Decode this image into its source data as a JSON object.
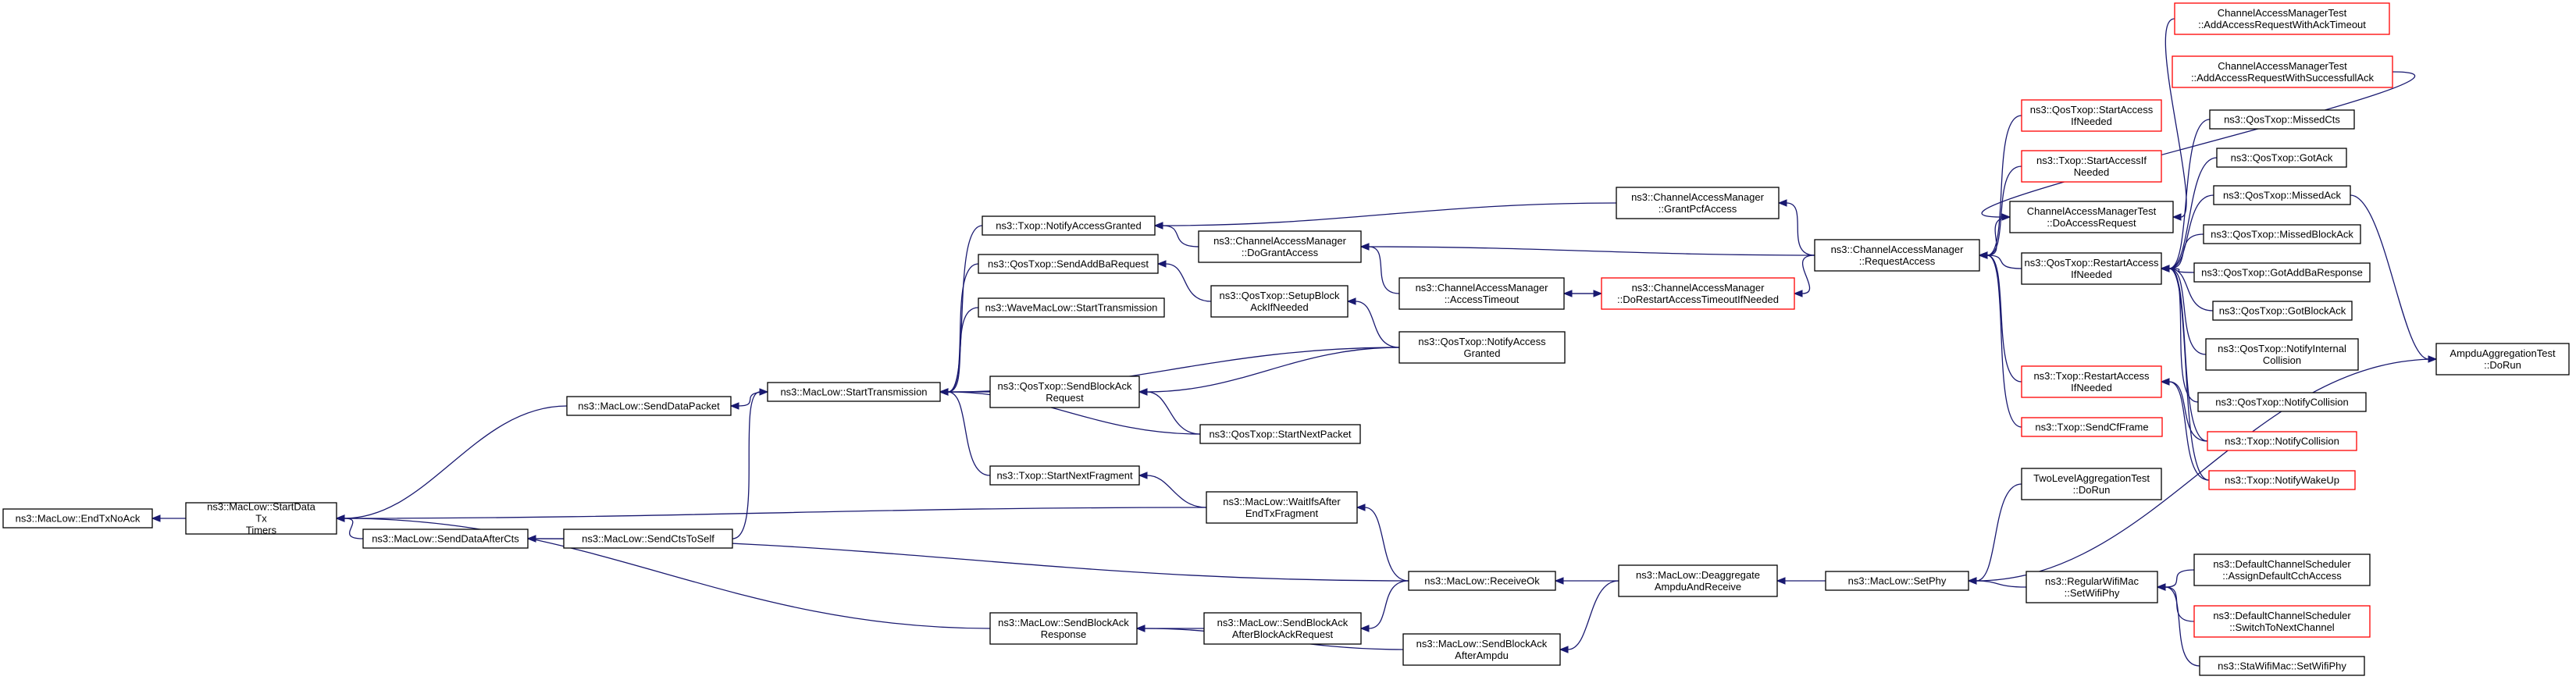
{
  "colors": {
    "edge": "#191970",
    "box_border": "#000000",
    "box_border_truncated": "#ff0000",
    "focus_fill": "#bfbfbf",
    "box_fill": "#ffffff"
  },
  "nodes": [
    {
      "id": "n0",
      "lines": [
        "ns3::MacLow::EndTxNoAck"
      ],
      "border": "black",
      "focus": true
    },
    {
      "id": "n1",
      "lines": [
        "ns3::MacLow::StartData",
        "Tx",
        "Timers"
      ],
      "border": "black"
    },
    {
      "id": "n2",
      "lines": [
        "ns3::MacLow::SendDataPacket"
      ],
      "border": "black"
    },
    {
      "id": "n3",
      "lines": [
        "ns3::MacLow::SendDataAfterCts"
      ],
      "border": "black"
    },
    {
      "id": "n4",
      "lines": [
        "ns3::MacLow::SendBlockAck",
        "Response"
      ],
      "border": "black"
    },
    {
      "id": "n5",
      "lines": [
        "ns3::MacLow::StartTransmission"
      ],
      "border": "black"
    },
    {
      "id": "n6",
      "lines": [
        "ns3::MacLow::SendCtsToSelf"
      ],
      "border": "black"
    },
    {
      "id": "n7",
      "lines": [
        "ns3::Txop::NotifyAccessGranted"
      ],
      "border": "black"
    },
    {
      "id": "n8",
      "lines": [
        "ns3::QosTxop::SendAddBaRequest"
      ],
      "border": "black"
    },
    {
      "id": "n9",
      "lines": [
        "ns3::WaveMacLow::StartTransmission"
      ],
      "border": "black"
    },
    {
      "id": "n10",
      "lines": [
        "ns3::QosTxop::SendBlockAck",
        "Request"
      ],
      "border": "black"
    },
    {
      "id": "n11",
      "lines": [
        "ns3::Txop::StartNextFragment"
      ],
      "border": "black"
    },
    {
      "id": "n12",
      "lines": [
        "ns3::MacLow::WaitIfsAfter",
        "EndTxFragment"
      ],
      "border": "black"
    },
    {
      "id": "n13",
      "lines": [
        "ns3::MacLow::SendBlockAck",
        "AfterBlockAckRequest"
      ],
      "border": "black"
    },
    {
      "id": "n14",
      "lines": [
        "ns3::ChannelAccessManager",
        "::DoGrantAccess"
      ],
      "border": "black"
    },
    {
      "id": "n15",
      "lines": [
        "ns3::QosTxop::SetupBlock",
        "AckIfNeeded"
      ],
      "border": "black"
    },
    {
      "id": "n16",
      "lines": [
        "ns3::QosTxop::StartNextPacket"
      ],
      "border": "black"
    },
    {
      "id": "n17",
      "lines": [
        "ns3::ChannelAccessManager",
        "::AccessTimeout"
      ],
      "border": "black"
    },
    {
      "id": "n18",
      "lines": [
        "ns3::QosTxop::NotifyAccess",
        "Granted"
      ],
      "border": "black"
    },
    {
      "id": "n19",
      "lines": [
        "ns3::MacLow::ReceiveOk"
      ],
      "border": "black"
    },
    {
      "id": "n20",
      "lines": [
        "ns3::MacLow::SendBlockAck",
        "AfterAmpdu"
      ],
      "border": "black"
    },
    {
      "id": "n21",
      "lines": [
        "ns3::ChannelAccessManager",
        "::GrantPcfAccess"
      ],
      "border": "black"
    },
    {
      "id": "n22",
      "lines": [
        "ns3::ChannelAccessManager",
        "::DoRestartAccessTimeoutIfNeeded"
      ],
      "border": "red"
    },
    {
      "id": "n23",
      "lines": [
        "ns3::MacLow::Deaggregate",
        "AmpduAndReceive"
      ],
      "border": "black"
    },
    {
      "id": "n24",
      "lines": [
        "ns3::ChannelAccessManager",
        "::RequestAccess"
      ],
      "border": "black"
    },
    {
      "id": "n25",
      "lines": [
        "ns3::MacLow::SetPhy"
      ],
      "border": "black"
    },
    {
      "id": "n26",
      "lines": [
        "ns3::QosTxop::StartAccess",
        "IfNeeded"
      ],
      "border": "red"
    },
    {
      "id": "n27",
      "lines": [
        "ns3::Txop::StartAccessIf",
        "Needed"
      ],
      "border": "red"
    },
    {
      "id": "n28",
      "lines": [
        "ChannelAccessManagerTest",
        "::DoAccessRequest"
      ],
      "border": "black"
    },
    {
      "id": "n29",
      "lines": [
        "ns3::QosTxop::RestartAccess",
        "IfNeeded"
      ],
      "border": "black"
    },
    {
      "id": "n30",
      "lines": [
        "ns3::Txop::RestartAccess",
        "IfNeeded"
      ],
      "border": "red"
    },
    {
      "id": "n31",
      "lines": [
        "ns3::Txop::SendCfFrame"
      ],
      "border": "red"
    },
    {
      "id": "n32",
      "lines": [
        "TwoLevelAggregationTest",
        "::DoRun"
      ],
      "border": "black"
    },
    {
      "id": "n33",
      "lines": [
        "ns3::RegularWifiMac",
        "::SetWifiPhy"
      ],
      "border": "black"
    },
    {
      "id": "n34",
      "lines": [
        "ChannelAccessManagerTest",
        "::AddAccessRequestWithAckTimeout"
      ],
      "border": "red"
    },
    {
      "id": "n35",
      "lines": [
        "ChannelAccessManagerTest",
        "::AddAccessRequestWithSuccessfullAck"
      ],
      "border": "red"
    },
    {
      "id": "n36",
      "lines": [
        "ns3::QosTxop::MissedCts"
      ],
      "border": "black"
    },
    {
      "id": "n37",
      "lines": [
        "ns3::QosTxop::GotAck"
      ],
      "border": "black"
    },
    {
      "id": "n38",
      "lines": [
        "ns3::QosTxop::MissedAck"
      ],
      "border": "black"
    },
    {
      "id": "n39",
      "lines": [
        "ns3::QosTxop::MissedBlockAck"
      ],
      "border": "black"
    },
    {
      "id": "n40",
      "lines": [
        "ns3::QosTxop::GotAddBaResponse"
      ],
      "border": "black"
    },
    {
      "id": "n41",
      "lines": [
        "ns3::QosTxop::GotBlockAck"
      ],
      "border": "black"
    },
    {
      "id": "n42",
      "lines": [
        "ns3::QosTxop::NotifyInternal",
        "Collision"
      ],
      "border": "black"
    },
    {
      "id": "n43",
      "lines": [
        "ns3::QosTxop::NotifyCollision"
      ],
      "border": "black"
    },
    {
      "id": "n44",
      "lines": [
        "ns3::Txop::NotifyCollision"
      ],
      "border": "red"
    },
    {
      "id": "n45",
      "lines": [
        "ns3::Txop::NotifyWakeUp"
      ],
      "border": "red"
    },
    {
      "id": "n46",
      "lines": [
        "ns3::DefaultChannelScheduler",
        "::AssignDefaultCchAccess"
      ],
      "border": "black"
    },
    {
      "id": "n47",
      "lines": [
        "ns3::DefaultChannelScheduler",
        "::SwitchToNextChannel"
      ],
      "border": "red"
    },
    {
      "id": "n48",
      "lines": [
        "ns3::StaWifiMac::SetWifiPhy"
      ],
      "border": "black"
    },
    {
      "id": "n49",
      "lines": [
        "AmpduAggregationTest",
        "::DoRun"
      ],
      "border": "black"
    }
  ],
  "edges": [
    [
      "n1",
      "n0"
    ],
    [
      "n2",
      "n1"
    ],
    [
      "n3",
      "n1"
    ],
    [
      "n4",
      "n1"
    ],
    [
      "n12",
      "n1"
    ],
    [
      "n5",
      "n2"
    ],
    [
      "n6",
      "n3"
    ],
    [
      "n19",
      "n3"
    ],
    [
      "n13",
      "n4"
    ],
    [
      "n20",
      "n4"
    ],
    [
      "n6",
      "n5"
    ],
    [
      "n7",
      "n5"
    ],
    [
      "n8",
      "n5"
    ],
    [
      "n9",
      "n5"
    ],
    [
      "n10",
      "n5"
    ],
    [
      "n11",
      "n5"
    ],
    [
      "n16",
      "n5"
    ],
    [
      "n18",
      "n5"
    ],
    [
      "n14",
      "n7"
    ],
    [
      "n21",
      "n7"
    ],
    [
      "n15",
      "n8"
    ],
    [
      "n18",
      "n15"
    ],
    [
      "n16",
      "n10"
    ],
    [
      "n18",
      "n10"
    ],
    [
      "n12",
      "n11"
    ],
    [
      "n19",
      "n12"
    ],
    [
      "n19",
      "n13"
    ],
    [
      "n17",
      "n14"
    ],
    [
      "n24",
      "n14"
    ],
    [
      "n22",
      "n17"
    ],
    [
      "n17",
      "n22"
    ],
    [
      "n24",
      "n22"
    ],
    [
      "n24",
      "n21"
    ],
    [
      "n23",
      "n19"
    ],
    [
      "n23",
      "n20"
    ],
    [
      "n25",
      "n23"
    ],
    [
      "n26",
      "n24"
    ],
    [
      "n27",
      "n24"
    ],
    [
      "n28",
      "n24"
    ],
    [
      "n29",
      "n24"
    ],
    [
      "n30",
      "n24"
    ],
    [
      "n31",
      "n24"
    ],
    [
      "n32",
      "n25"
    ],
    [
      "n33",
      "n25"
    ],
    [
      "n49",
      "n25"
    ],
    [
      "n34",
      "n28"
    ],
    [
      "n35",
      "n28"
    ],
    [
      "n36",
      "n29"
    ],
    [
      "n37",
      "n29"
    ],
    [
      "n38",
      "n29"
    ],
    [
      "n39",
      "n29"
    ],
    [
      "n40",
      "n29"
    ],
    [
      "n41",
      "n29"
    ],
    [
      "n42",
      "n29"
    ],
    [
      "n43",
      "n29"
    ],
    [
      "n44",
      "n29"
    ],
    [
      "n45",
      "n29"
    ],
    [
      "n44",
      "n30"
    ],
    [
      "n45",
      "n30"
    ],
    [
      "n38",
      "n49"
    ],
    [
      "n46",
      "n33"
    ],
    [
      "n47",
      "n33"
    ],
    [
      "n48",
      "n33"
    ]
  ]
}
